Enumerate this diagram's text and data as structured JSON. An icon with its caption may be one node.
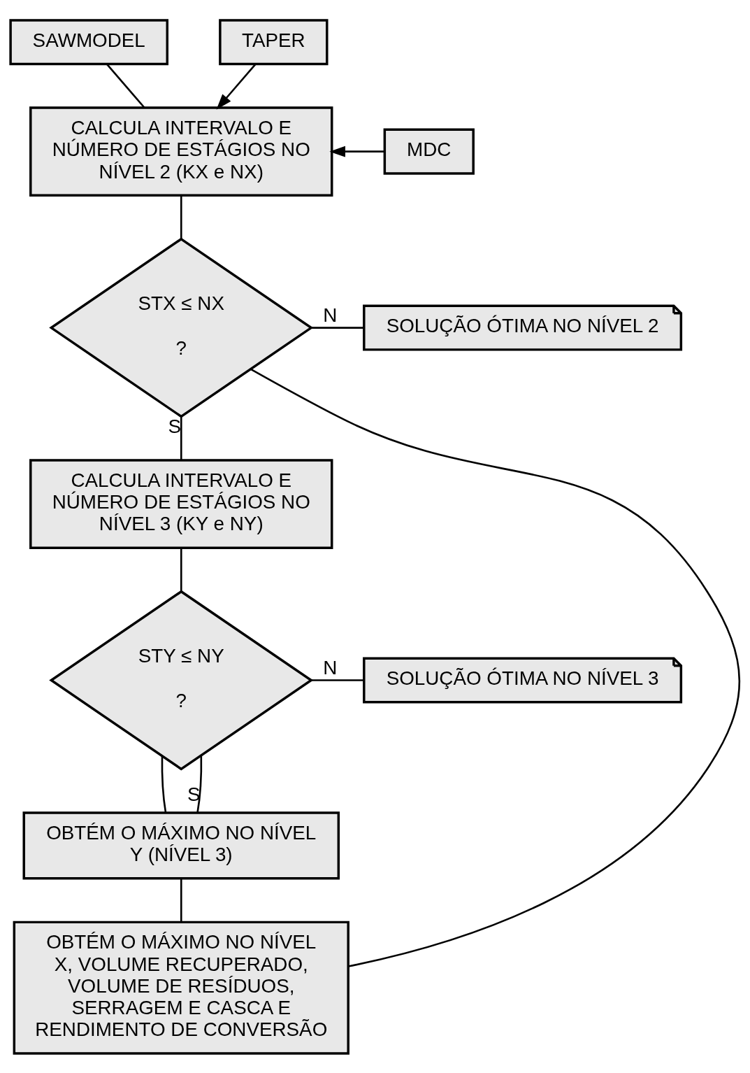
{
  "diagram": {
    "nodes": [
      {
        "text": [
          "SAWMODEL"
        ]
      },
      {
        "text": [
          "TAPER"
        ]
      },
      {
        "text": [
          "CALCULA INTERVALO E NÚMERO DE ESTÁGIOS NO NÍVEL 2 (KX e NX)"
        ]
      },
      {
        "text": [
          "MDC"
        ]
      },
      {
        "text": [
          "STX ≤ NX",
          "?"
        ]
      },
      {
        "text": [
          "SOLUÇÃO ÓTIMA NO NÍVEL 2"
        ]
      },
      {
        "text": [
          "CALCULA INTERVALO E NÚMERO DE ESTÁGIOS NO NÍVEL 3 (KY e NY)"
        ]
      },
      {
        "text": [
          "STY ≤ NY",
          "?"
        ]
      },
      {
        "text": [
          "SOLUÇÃO ÓTIMA NO NÍVEL 3"
        ]
      },
      {
        "text": [
          "OBTÉM O MÁXIMO NO NÍVEL Y (NÍVEL 3)"
        ]
      },
      {
        "text": [
          "OBTÉM O MÁXIMO NO NÍVEL X, VOLUME RECUPERADO, VOLUME DE RESÍDUOS, SERRAGEM E CASCA E RENDIMENTO DE CONVERSÃO"
        ]
      }
    ],
    "edges": [
      {
        "from": 0,
        "to": 2,
        "arrow": "none"
      },
      {
        "from": 1,
        "to": 2,
        "arrow": "to"
      },
      {
        "from": 3,
        "to": 2,
        "arrow": "to"
      },
      {
        "from": 2,
        "to": 4,
        "arrow": "none"
      },
      {
        "from": 4,
        "to": 5,
        "arrow": "none",
        "label": "N"
      },
      {
        "from": 4,
        "to": 6,
        "arrow": "none",
        "label": "S"
      },
      {
        "from": 6,
        "to": 7,
        "arrow": "none"
      },
      {
        "from": 7,
        "to": 8,
        "arrow": "none",
        "label": "N"
      },
      {
        "from": 7,
        "to": 9,
        "arrow": "none"
      },
      {
        "from": 7,
        "to": 9,
        "arrow": "none",
        "label": "S"
      },
      {
        "from": 9,
        "to": 10,
        "arrow": "none"
      },
      {
        "from": 10,
        "to": 4,
        "arrow": "none"
      }
    ]
  }
}
